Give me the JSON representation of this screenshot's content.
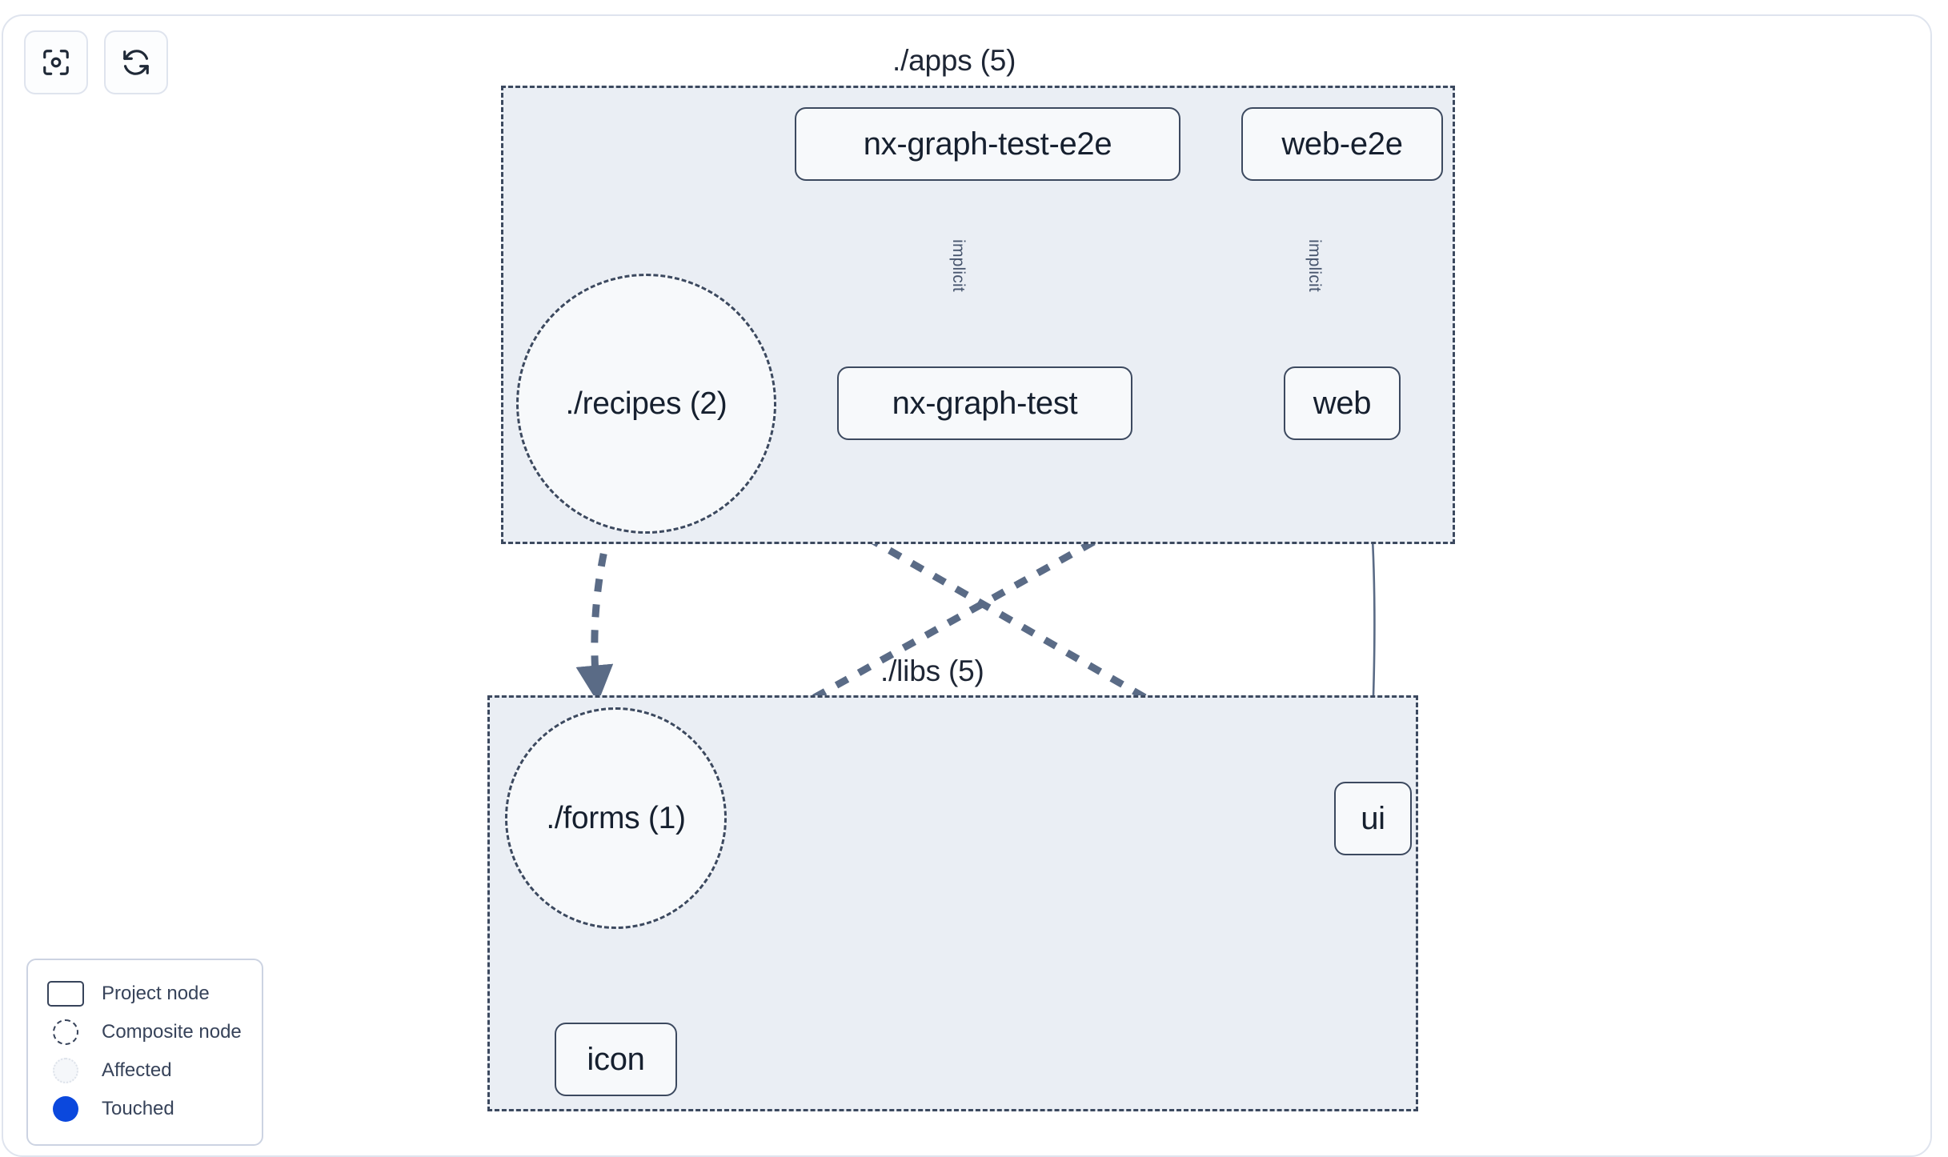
{
  "toolbar": {
    "buttons": [
      {
        "name": "focus-graph-button",
        "icon": "focus-target-icon",
        "label": ""
      },
      {
        "name": "refresh-graph-button",
        "icon": "refresh-icon",
        "label": ""
      }
    ]
  },
  "graph": {
    "groups": [
      {
        "id": "apps",
        "label": "./apps (5)",
        "count": 5
      },
      {
        "id": "libs",
        "label": "./libs (5)",
        "count": 5
      }
    ],
    "nodes": [
      {
        "id": "nx-graph-test-e2e",
        "label": "nx-graph-test-e2e",
        "type": "project",
        "group": "apps"
      },
      {
        "id": "web-e2e",
        "label": "web-e2e",
        "type": "project",
        "group": "apps"
      },
      {
        "id": "nx-graph-test",
        "label": "nx-graph-test",
        "type": "project",
        "group": "apps"
      },
      {
        "id": "web",
        "label": "web",
        "type": "project",
        "group": "apps"
      },
      {
        "id": "recipes",
        "label": "./recipes (2)",
        "type": "composite",
        "group": "apps"
      },
      {
        "id": "forms",
        "label": "./forms (1)",
        "type": "composite",
        "group": "libs"
      },
      {
        "id": "ui",
        "label": "ui",
        "type": "project",
        "group": "libs"
      },
      {
        "id": "icon",
        "label": "icon",
        "type": "project",
        "group": "libs"
      }
    ],
    "edges": [
      {
        "from": "nx-graph-test-e2e",
        "to": "nx-graph-test",
        "label": "implicit",
        "style": "solid"
      },
      {
        "from": "web-e2e",
        "to": "web",
        "label": "implicit",
        "style": "solid"
      },
      {
        "from": "web",
        "to": "ui",
        "label": "",
        "style": "solid"
      },
      {
        "from": "recipes",
        "to": "forms",
        "label": "",
        "style": "dashed"
      },
      {
        "from": "recipes",
        "to": "ui",
        "label": "",
        "style": "dashed"
      },
      {
        "from": "web",
        "to": "forms",
        "label": "",
        "style": "dashed"
      },
      {
        "from": "forms",
        "to": "icon",
        "label": "",
        "style": "dashed"
      }
    ],
    "colors": {
      "group_fill": "#eaeef4",
      "group_border": "#3c495f",
      "node_fill": "#f7f9fb",
      "node_border": "#3c495f",
      "edge": "#5a6b86",
      "text": "#16202f",
      "touched": "#0b48dd"
    }
  },
  "legend": {
    "items": [
      {
        "swatch": "project-node-swatch",
        "label": "Project node"
      },
      {
        "swatch": "composite-node-swatch",
        "label": "Composite node"
      },
      {
        "swatch": "affected-swatch",
        "label": "Affected"
      },
      {
        "swatch": "touched-swatch",
        "label": "Touched"
      }
    ]
  }
}
